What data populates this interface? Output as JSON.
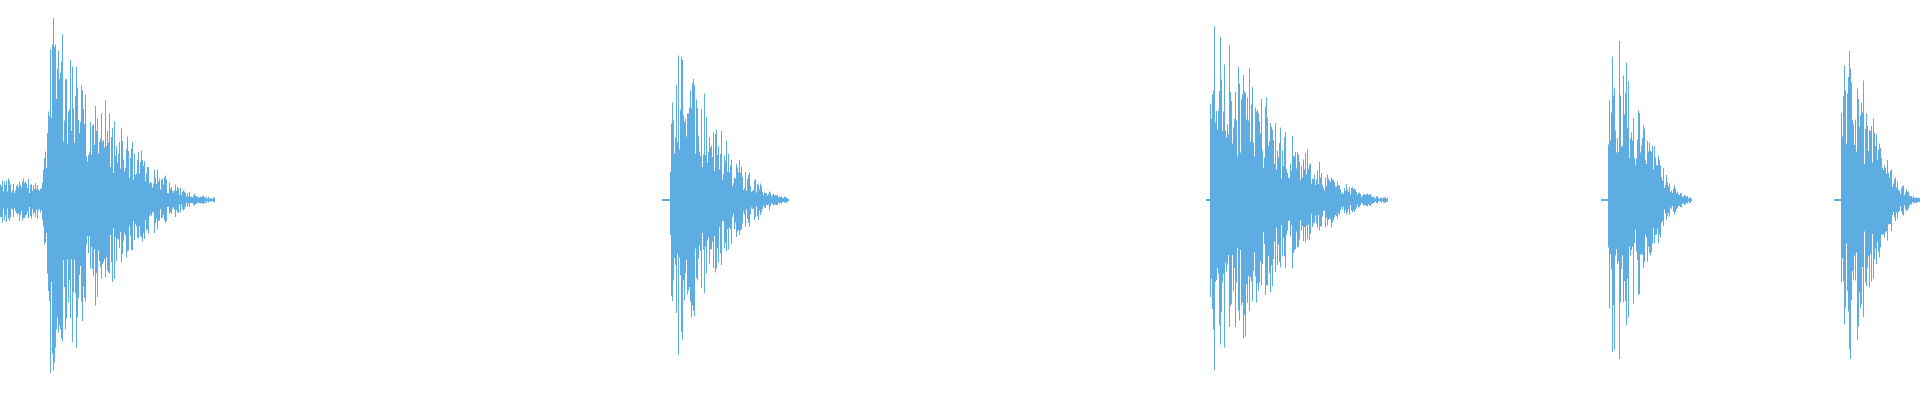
{
  "waveform": {
    "color": "#5dade2",
    "background": "#ffffff",
    "bursts": [
      {
        "name": "burst-1",
        "start_frac": 0.0,
        "peak_frac": 0.026,
        "end_frac": 0.112,
        "peak_amplitude": 1.0,
        "pre_amplitude": 0.12
      },
      {
        "name": "burst-2",
        "start_frac": 0.345,
        "peak_frac": 0.352,
        "end_frac": 0.411,
        "peak_amplitude": 0.88,
        "pre_amplitude": 0.0
      },
      {
        "name": "burst-3",
        "start_frac": 0.628,
        "peak_frac": 0.632,
        "end_frac": 0.723,
        "peak_amplitude": 1.0,
        "pre_amplitude": 0.0
      },
      {
        "name": "burst-4",
        "start_frac": 0.834,
        "peak_frac": 0.84,
        "end_frac": 0.881,
        "peak_amplitude": 0.98,
        "pre_amplitude": 0.0
      },
      {
        "name": "burst-5",
        "start_frac": 0.955,
        "peak_frac": 0.962,
        "end_frac": 1.0,
        "peak_amplitude": 0.93,
        "pre_amplitude": 0.0
      }
    ]
  }
}
